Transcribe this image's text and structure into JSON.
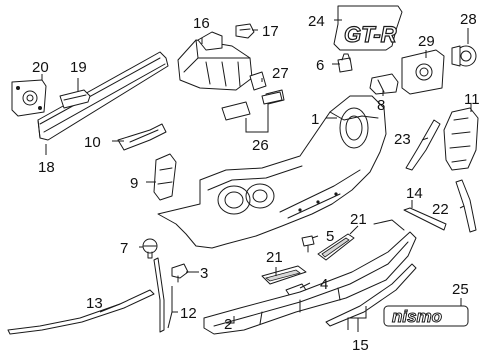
{
  "callouts": {
    "c1": "1",
    "c2": "2",
    "c3": "3",
    "c4": "4",
    "c5": "5",
    "c6": "6",
    "c7": "7",
    "c8": "8",
    "c9": "9",
    "c10": "10",
    "c11": "11",
    "c12": "12",
    "c13": "13",
    "c14": "14",
    "c15": "15",
    "c16": "16",
    "c17": "17",
    "c18": "18",
    "c19": "19",
    "c20": "20",
    "c21a": "21",
    "c21b": "21",
    "c22": "22",
    "c23": "23",
    "c24": "24",
    "c25": "25",
    "c26": "26",
    "c27": "27",
    "c28": "28",
    "c29": "29"
  },
  "emblems": {
    "gtr_badge": "GT-R",
    "nismo_badge": "nismo"
  },
  "colors": {
    "line": "#1a1a1a",
    "background": "#ffffff"
  }
}
